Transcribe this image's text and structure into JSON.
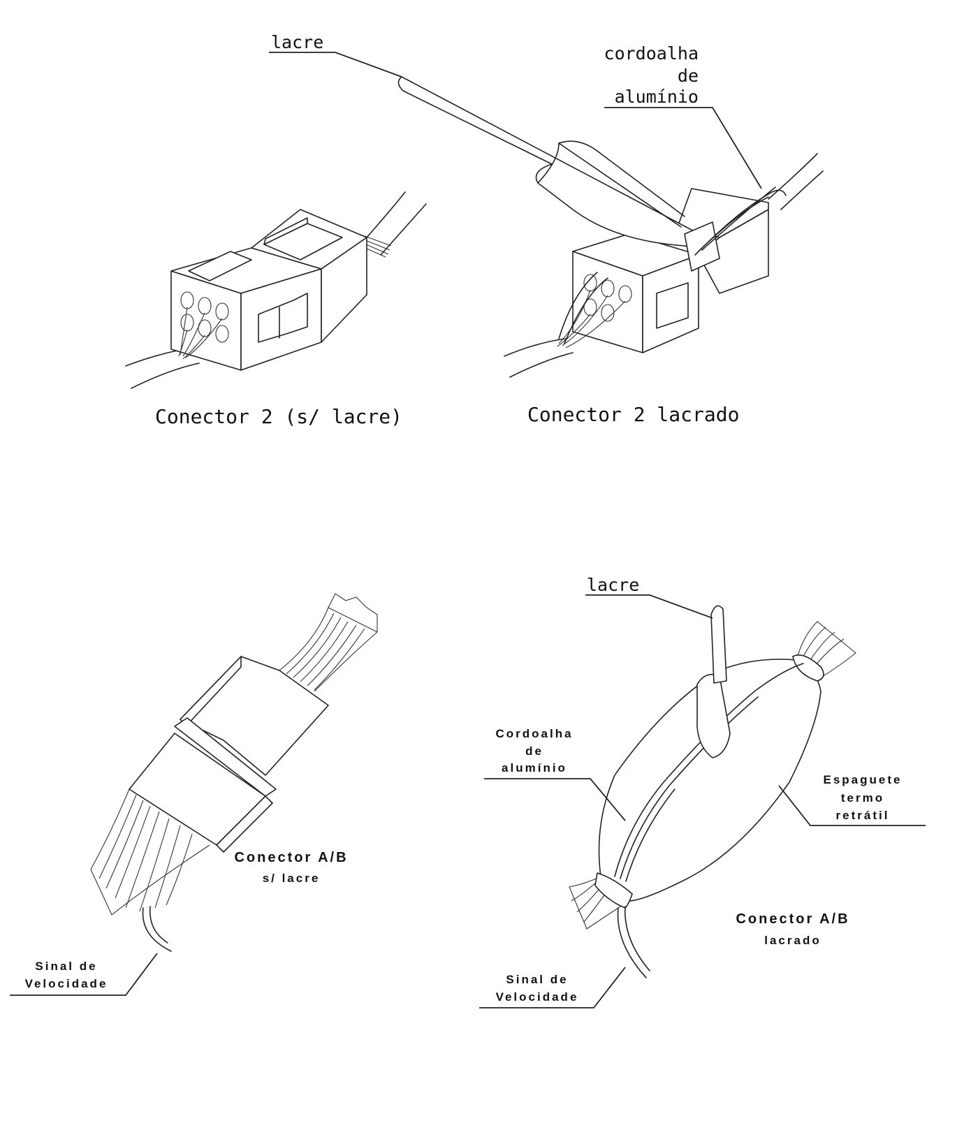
{
  "labels": {
    "lacre_top": "lacre",
    "cordoalha_line1": "cordoalha",
    "cordoalha_line2": "de",
    "cordoalha_line3": "alumínio",
    "conector2_sem_lacre": "Conector 2 (s/ lacre)",
    "conector2_lacrado": "Conector 2  lacrado",
    "lacre_bottom": "lacre",
    "cordoalha_b_line1": "Cordoalha",
    "cordoalha_b_line2": "de",
    "cordoalha_b_line3": "alumínio",
    "espaguete_line1": "Espaguete",
    "espaguete_line2": "termo",
    "espaguete_line3": "retrátil",
    "conectorAB_sem_line1": "Conector A/B",
    "conectorAB_sem_line2": "s/ lacre",
    "conectorAB_lac_line1": "Conector A/B",
    "conectorAB_lac_line2": "lacrado",
    "sinal_left_line1": "Sinal de",
    "sinal_left_line2": "Velocidade",
    "sinal_right_line1": "Sinal de",
    "sinal_right_line2": "Velocidade"
  }
}
